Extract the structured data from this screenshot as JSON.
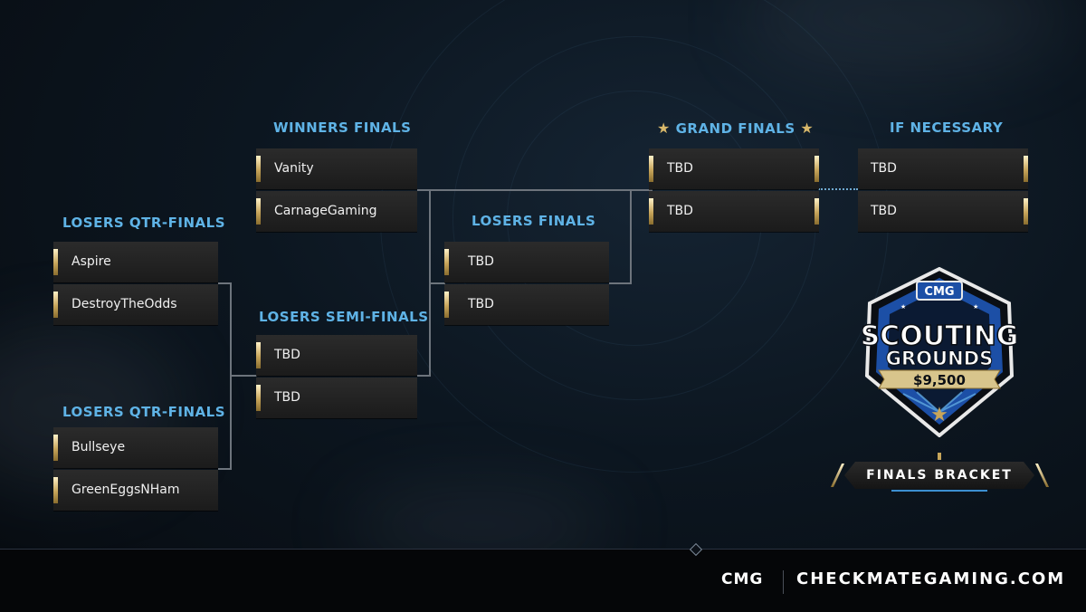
{
  "rounds": {
    "winners_finals": "WINNERS FINALS",
    "grand_finals": "GRAND FINALS",
    "if_necessary": "IF NECESSARY",
    "losers_qtr_finals_1": "LOSERS QTR-FINALS",
    "losers_finals": "LOSERS FINALS",
    "losers_semi_finals": "LOSERS SEMI-FINALS",
    "losers_qtr_finals_2": "LOSERS QTR-FINALS"
  },
  "matches": {
    "winners_finals": [
      "Vanity",
      "CarnageGaming"
    ],
    "grand_finals": [
      "TBD",
      "TBD"
    ],
    "if_necessary": [
      "TBD",
      "TBD"
    ],
    "losers_qtr_1": [
      "Aspire",
      "DestroyTheOdds"
    ],
    "losers_finals": [
      "TBD",
      "TBD"
    ],
    "losers_semi": [
      "TBD",
      "TBD"
    ],
    "losers_qtr_2": [
      "Bullseye",
      "GreenEggsNHam"
    ]
  },
  "logo": {
    "badge": "CMG",
    "line1": "SCOUTING",
    "line2": "GROUNDS",
    "prize": "$9,500"
  },
  "finals_bracket_label": "FINALS BRACKET",
  "footer": {
    "brand": "CMG",
    "site": "CHECKMATEGAMING.COM"
  },
  "colors": {
    "round_label": "#5fb3e6",
    "gold": "#c7a55a",
    "slot_bg": "#222222",
    "logo_blue": "#1c4fa6"
  }
}
